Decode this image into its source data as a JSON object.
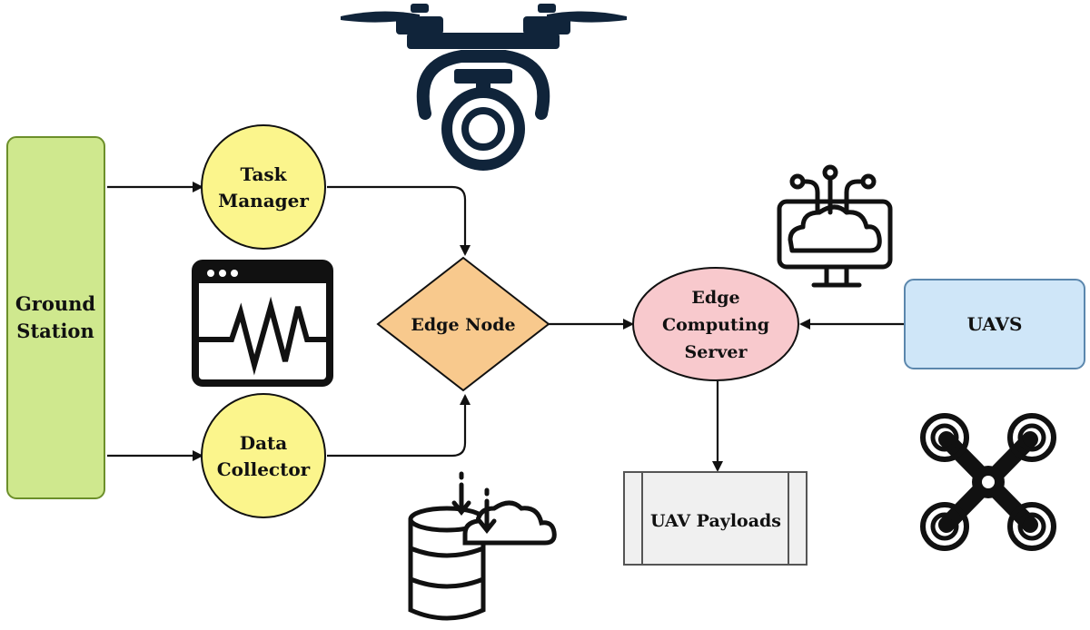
{
  "nodes": {
    "ground_station": {
      "line1": "Ground",
      "line2": "Station"
    },
    "task_manager": {
      "line1": "Task",
      "line2": "Manager"
    },
    "data_collector": {
      "line1": "Data",
      "line2": "Collector"
    },
    "edge_node": {
      "label": "Edge Node"
    },
    "edge_server": {
      "line1": "Edge",
      "line2": "Computing",
      "line3": "Server"
    },
    "uavs": {
      "label": "UAVS"
    },
    "uav_payloads": {
      "label": "UAV Payloads"
    }
  },
  "colors": {
    "ground_station_fill": "#cfe88e",
    "ground_station_stroke": "#6c8f2a",
    "task_circle_fill": "#fbf58c",
    "edge_node_fill": "#f8c98d",
    "edge_server_fill": "#f8c9cd",
    "uavs_fill": "#cfe6f8",
    "uavs_stroke": "#5b87ad",
    "payload_fill": "#f0f0f0",
    "icon_dark": "#10243a",
    "line": "#111111"
  },
  "icons": [
    "drone-camera-icon",
    "cloud-computing-monitor-icon",
    "waveform-window-icon",
    "database-cloud-download-icon",
    "quadcopter-icon"
  ]
}
